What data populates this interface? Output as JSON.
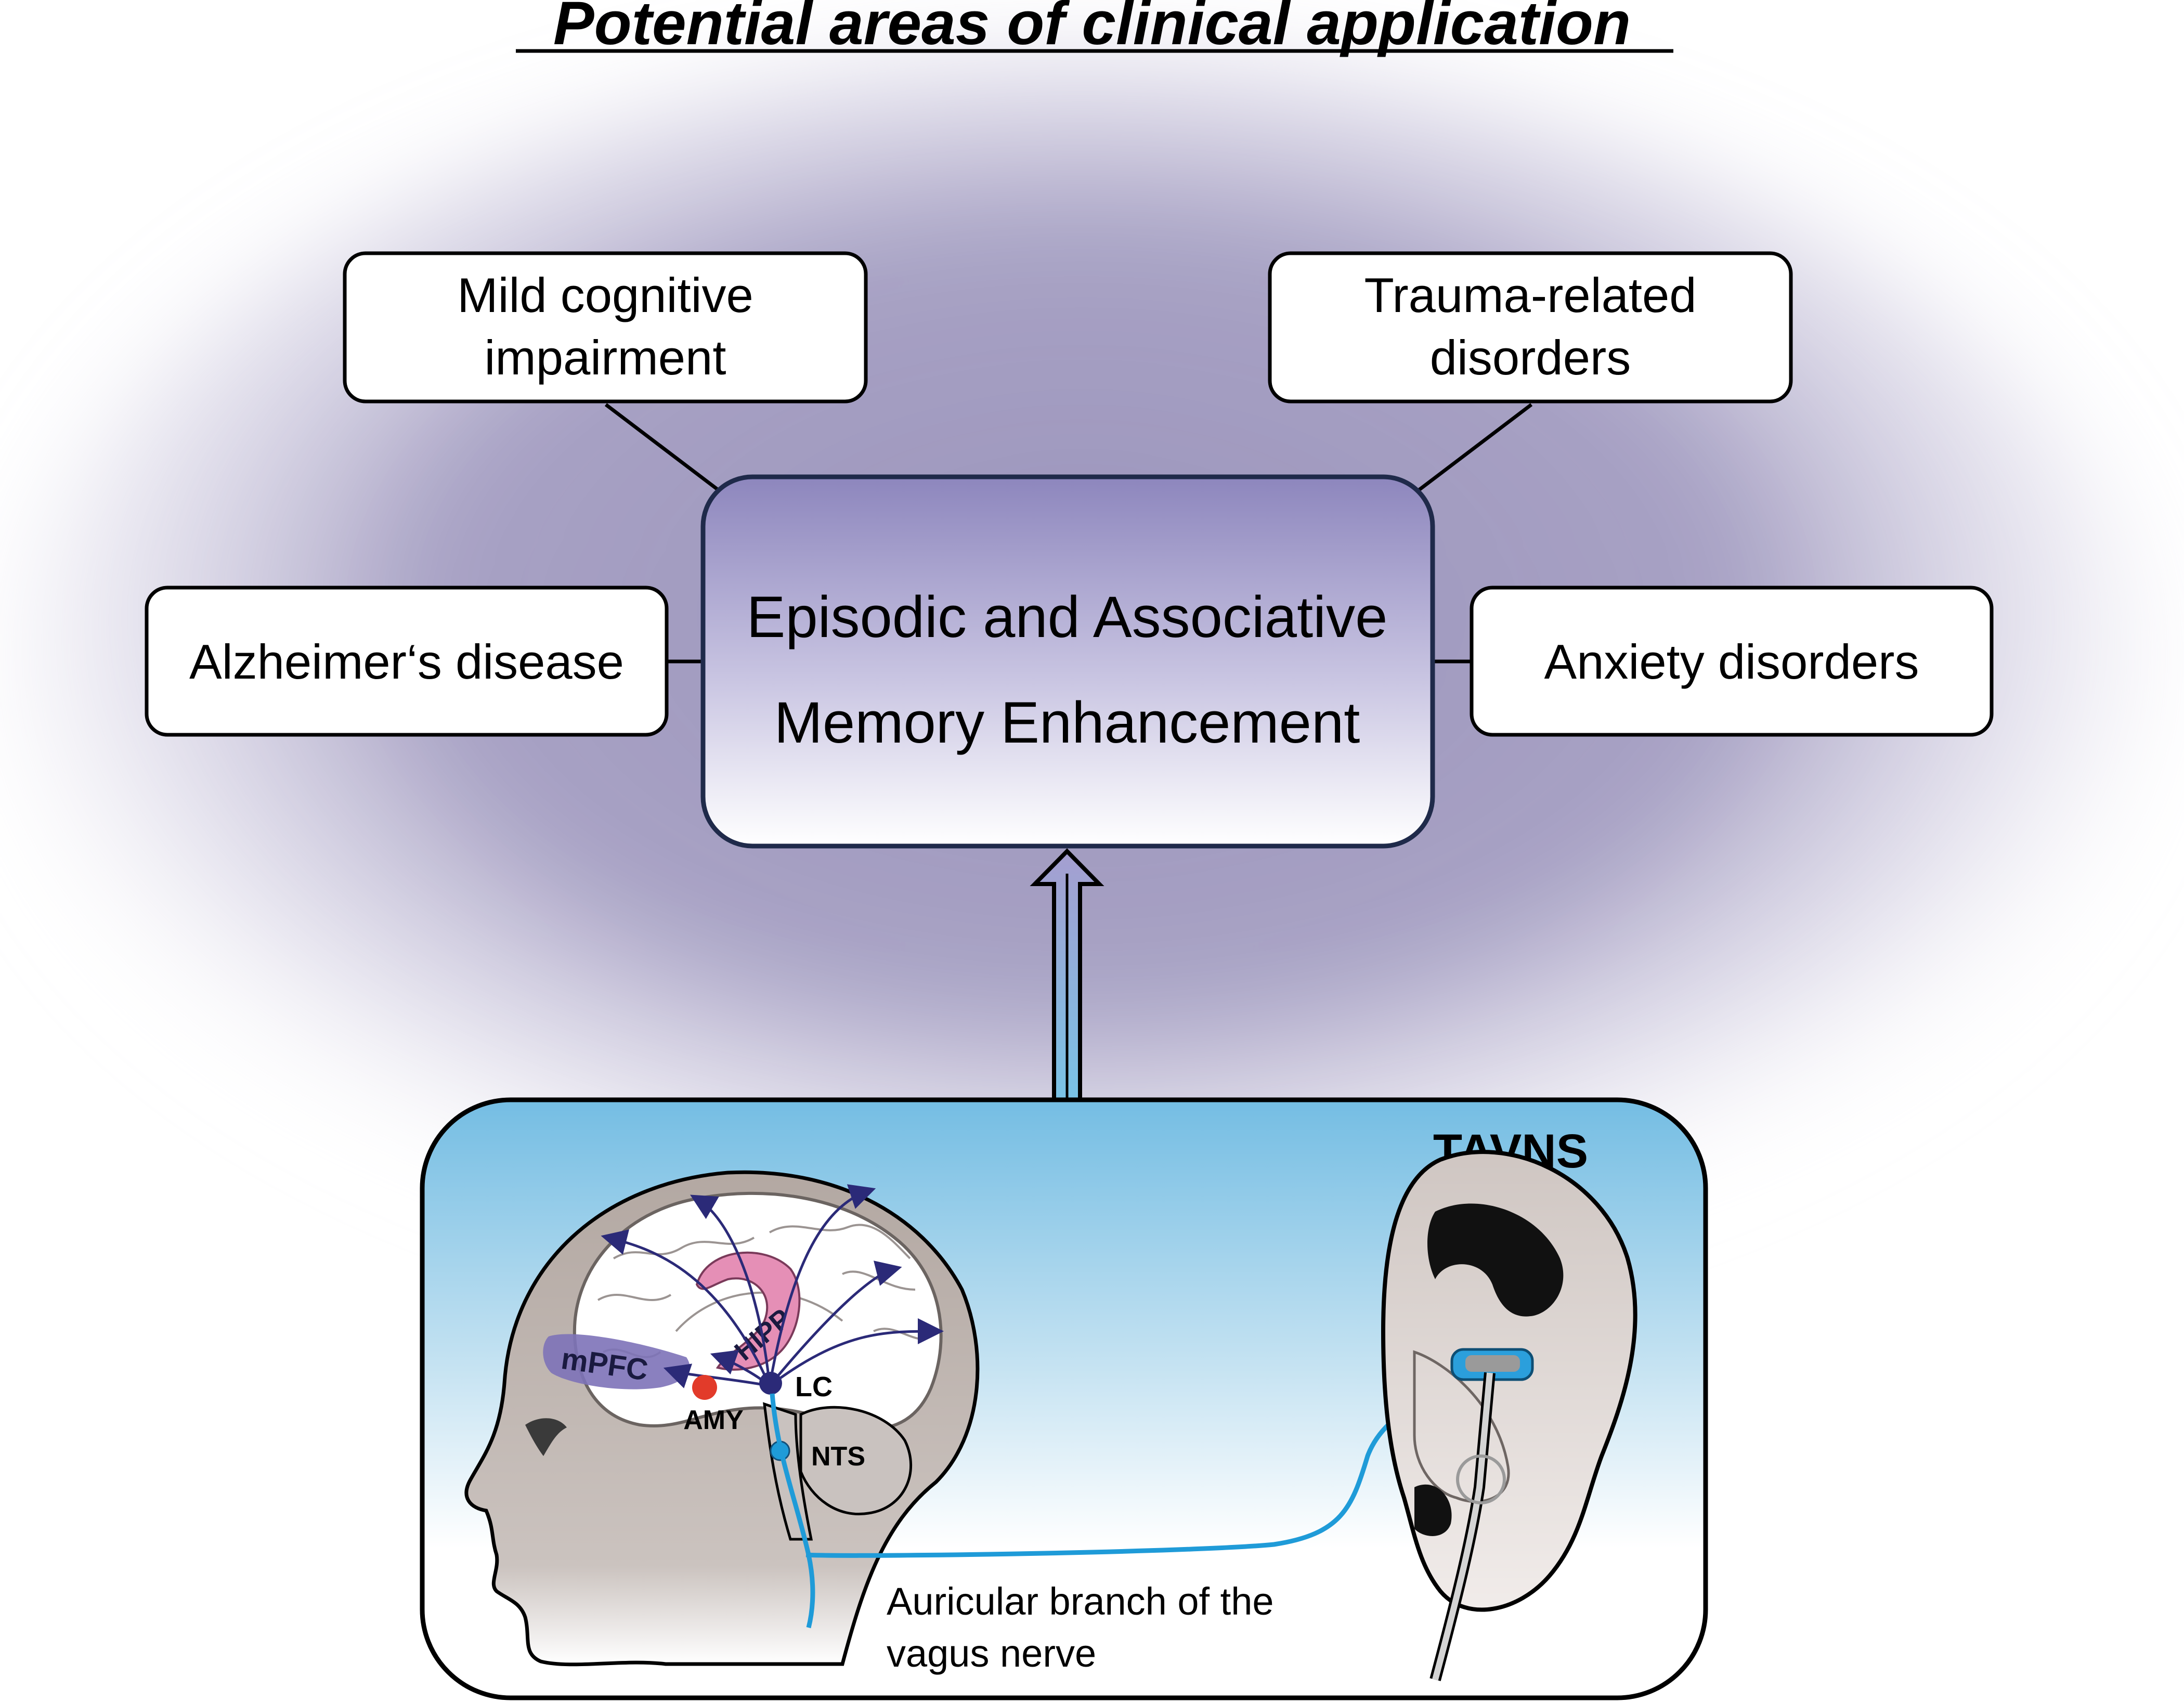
{
  "title": "Potential areas of clinical application",
  "center_box": {
    "line1": "Episodic and Associative",
    "line2": "Memory Enhancement"
  },
  "applications": {
    "mild_cognitive": {
      "line1": "Mild cognitive",
      "line2": "impairment"
    },
    "trauma": {
      "line1": "Trauma-related",
      "line2": "disorders"
    },
    "alzheimers": {
      "line1": "Alzheimer‘s disease"
    },
    "anxiety": {
      "line1": "Anxiety disorders"
    }
  },
  "tavns_panel": {
    "label": "TAVNS",
    "regions": {
      "mpfc": "mPFC",
      "hipp": "HIPP",
      "lc": "LC",
      "amy": "AMY",
      "nts": "NTS"
    },
    "nerve_label_line1": "Auricular branch of the",
    "nerve_label_line2": "vagus nerve"
  },
  "colors": {
    "glow": "#8a82b0",
    "panel_top": "#7bbfe0",
    "panel_bottom": "#ffffff",
    "nerve": "#1f9bd8",
    "pathway": "#2b2a78",
    "mpfc": "#7d72b8",
    "hipp": "#e58fb6",
    "amy": "#e23b2a",
    "head": "#bdb3ae",
    "electrode": "#2b9fdc"
  }
}
